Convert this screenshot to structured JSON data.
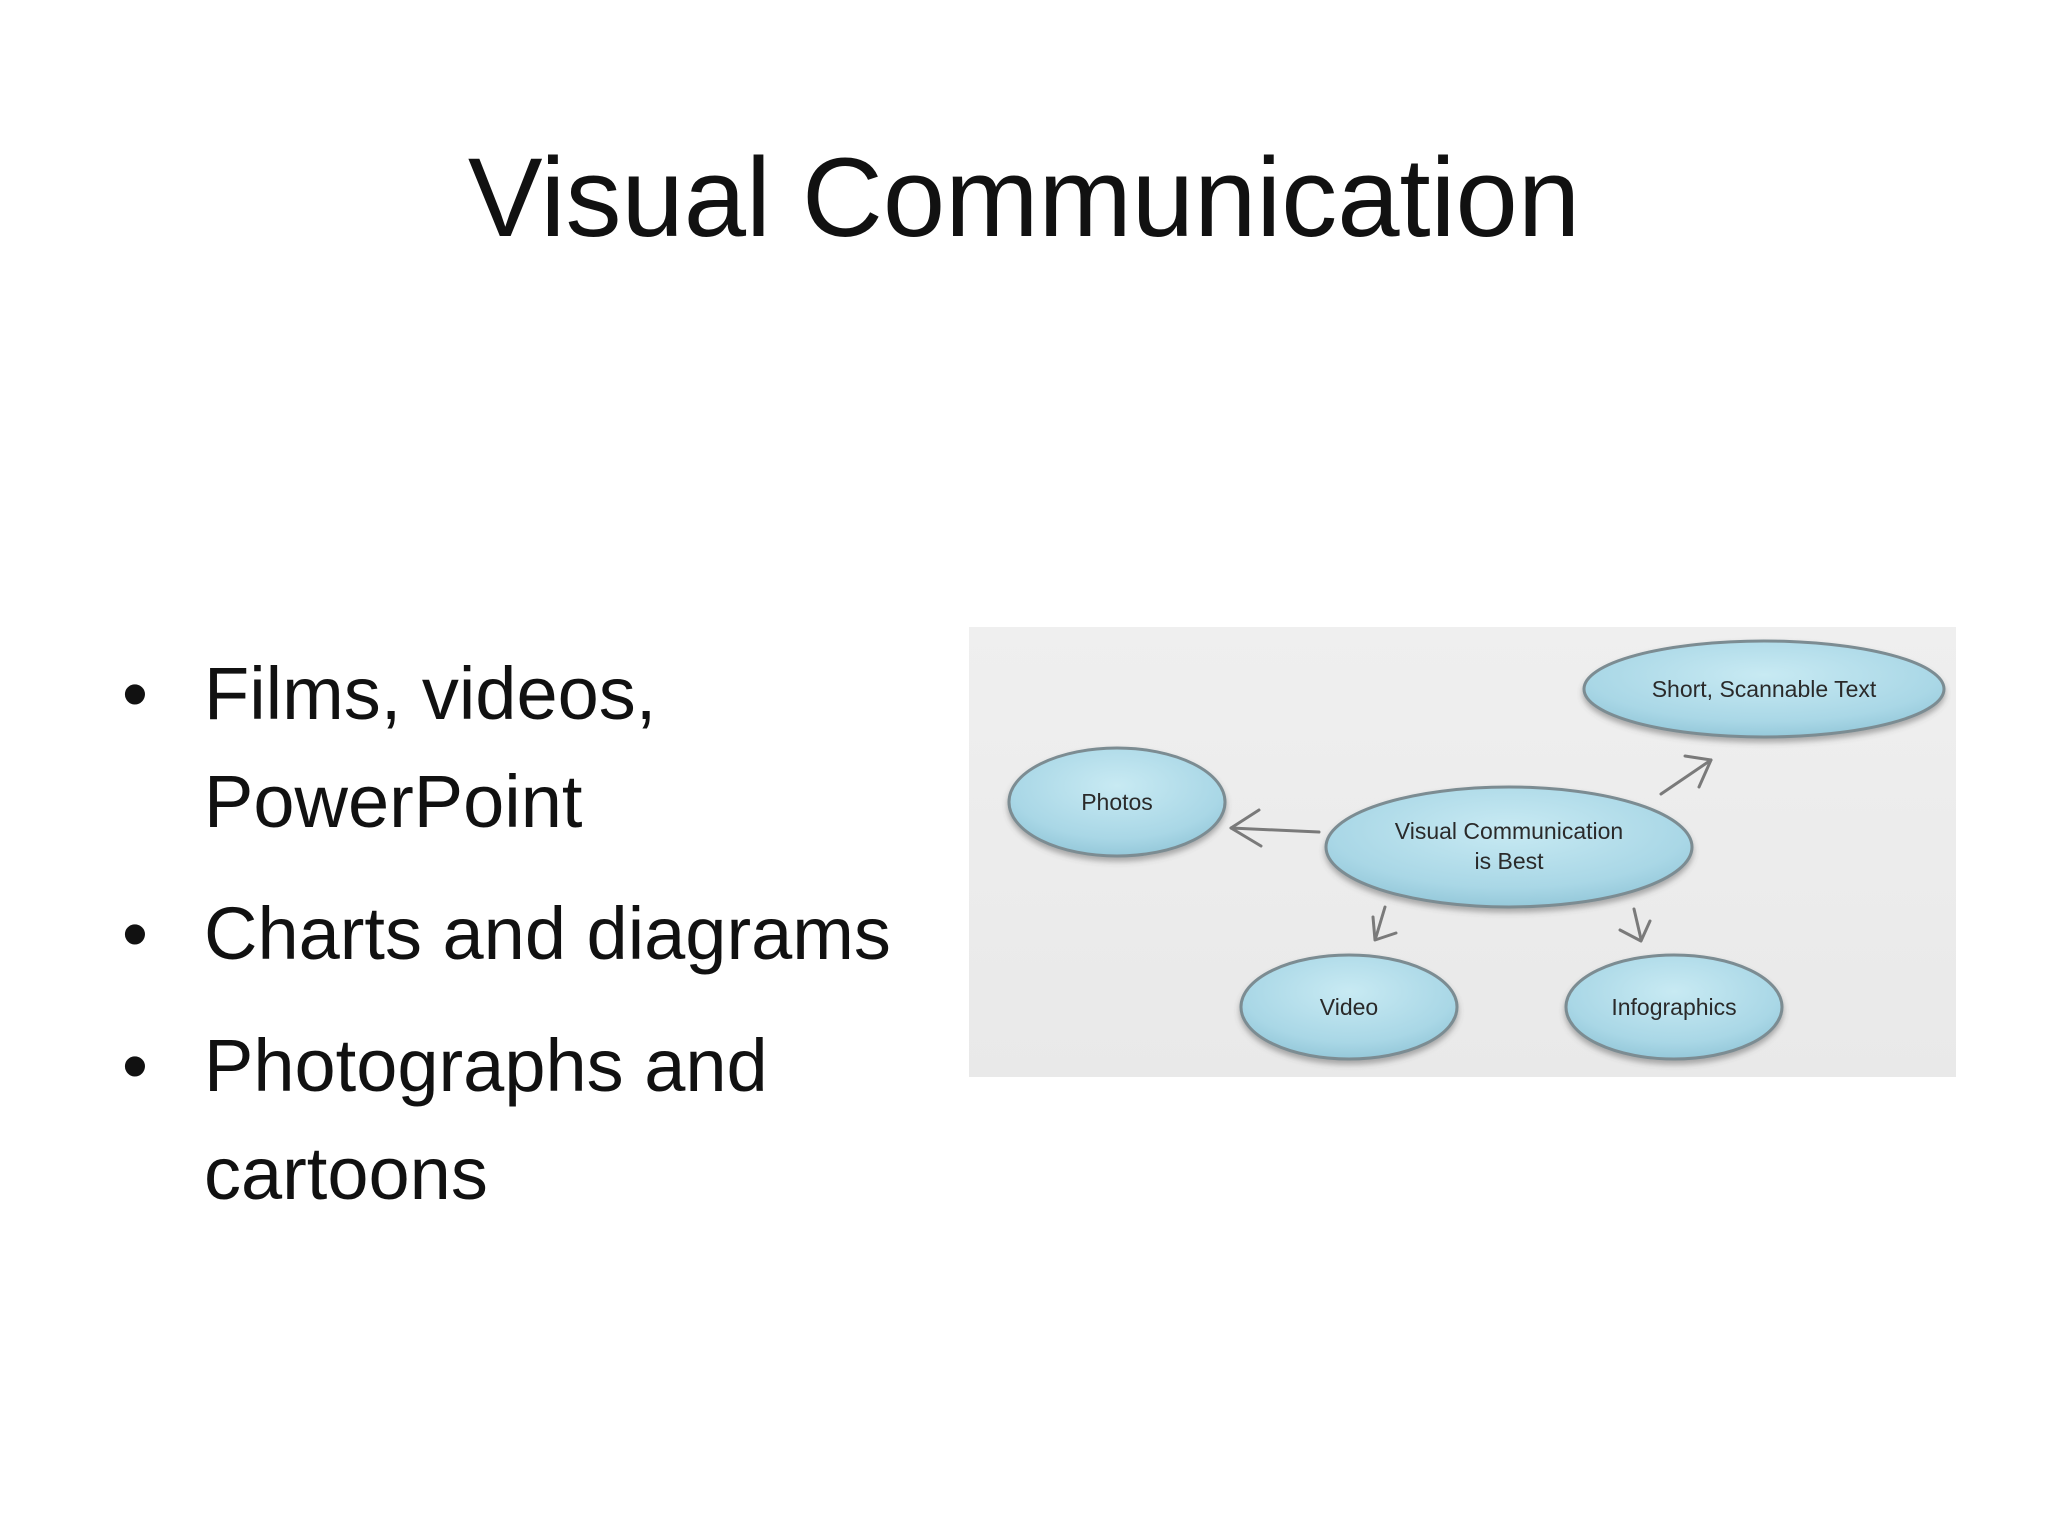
{
  "slide": {
    "title": "Visual Communication",
    "bullets": [
      "Films, videos, PowerPoint",
      "Charts and diagrams",
      "Photographs and cartoons"
    ],
    "bullet_glyph": "•"
  },
  "diagram": {
    "nodes": {
      "center_line1": "Visual Communication",
      "center_line2": "is Best",
      "photos": "Photos",
      "short_text": "Short, Scannable Text",
      "video": "Video",
      "infographics": "Infographics"
    },
    "colors": {
      "node_fill": "#a9d7e6",
      "node_stroke": "#7b8c92",
      "arrow": "#777777",
      "background": "#ececec"
    }
  }
}
